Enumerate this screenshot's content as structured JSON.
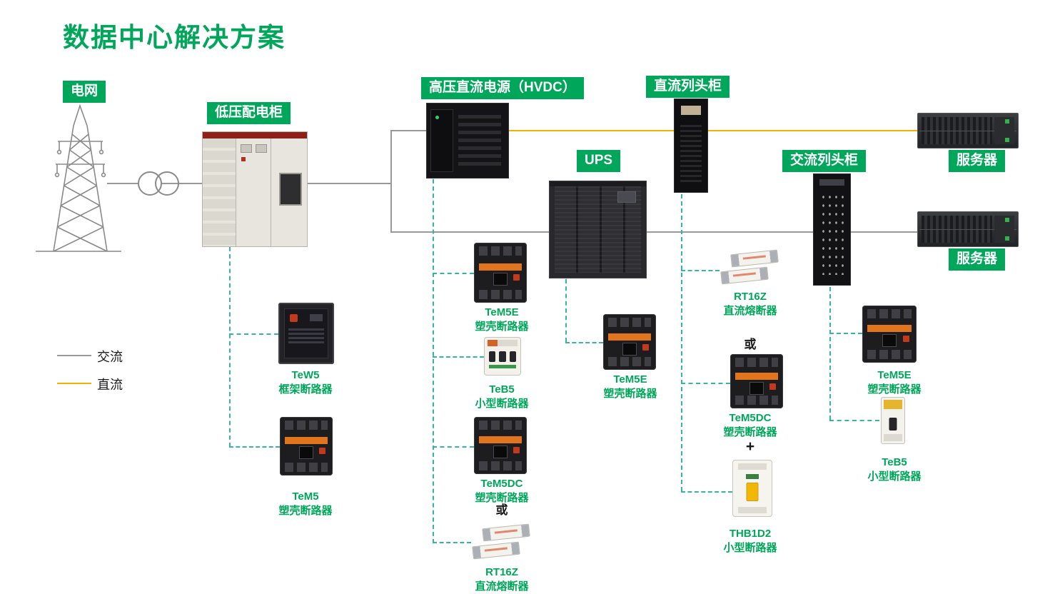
{
  "title": "数据中心解决方案",
  "colors": {
    "brand_green": "#00A65A",
    "connector_teal": "#35B5A2",
    "dc_yellow": "#F0B400",
    "ac_gray": "#999999"
  },
  "legend": {
    "ac": "交流",
    "dc": "直流"
  },
  "nodes": {
    "grid": "电网",
    "lv_cabinet": "低压配电柜",
    "hvdc": "高压直流电源（HVDC）",
    "dc_row_cabinet": "直流列头柜",
    "ups": "UPS",
    "ac_row_cabinet": "交流列头柜",
    "server_top": "服务器",
    "server_bottom": "服务器"
  },
  "operators": {
    "or_hvdc": "或",
    "or_dc": "或",
    "plus_dc": "+"
  },
  "devices": {
    "tew5": {
      "name": "TeW5",
      "type": "框架断路器"
    },
    "tem5": {
      "name": "TeM5",
      "type": "塑壳断路器"
    },
    "tem5e_hvdc": {
      "name": "TeM5E",
      "type": "塑壳断路器"
    },
    "teb5_hvdc": {
      "name": "TeB5",
      "type": "小型断路器"
    },
    "tem5dc_hvdc": {
      "name": "TeM5DC",
      "type": "塑壳断路器"
    },
    "rt16z_hvdc": {
      "name": "RT16Z",
      "type": "直流熔断器"
    },
    "tem5e_ups": {
      "name": "TeM5E",
      "type": "塑壳断路器"
    },
    "rt16z_dc": {
      "name": "RT16Z",
      "type": "直流熔断器"
    },
    "tem5dc_dc": {
      "name": "TeM5DC",
      "type": "塑壳断路器"
    },
    "thb1d2": {
      "name": "THB1D2",
      "type": "小型断路器"
    },
    "tem5e_ac": {
      "name": "TeM5E",
      "type": "塑壳断路器"
    },
    "teb5_ac": {
      "name": "TeB5",
      "type": "小型断路器"
    }
  }
}
